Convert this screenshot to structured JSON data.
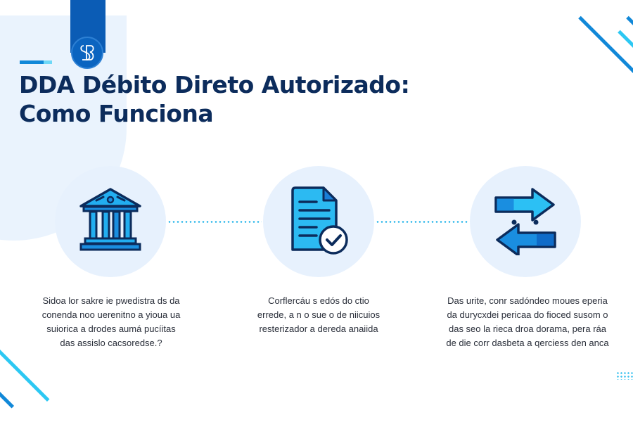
{
  "brand": {
    "logo_text": "SB",
    "colors": {
      "primary": "#0b5cb5",
      "title": "#0c2c5c",
      "accent_cyan": "#28b6ea",
      "accent_blue": "#1188d8",
      "circle_bg": "#e7f1fd"
    }
  },
  "header": {
    "title_line1": "DDA Débito Direto Autorizado:",
    "title_line2": "Como Funciona"
  },
  "steps": [
    {
      "icon": "bank-icon",
      "description": "Sidoa lor sakre ie pwedistra ds da conenda noo uerenitno a yioua ua suiorica a drodes aumá pucíitas das assislo cacsoredse.?"
    },
    {
      "icon": "document-check-icon",
      "description": "Corflercáu s edós do ctio errede, a n o sue o de niicuios resterizador a dereda anaiida"
    },
    {
      "icon": "exchange-arrows-icon",
      "description": "Das urite, conr sadóndeo moues eperia da durycxdei pericaa do fioced susom o das seo la rieca droa dorama, pera ráa de die corr dasbeta a qerciess den anca"
    }
  ]
}
